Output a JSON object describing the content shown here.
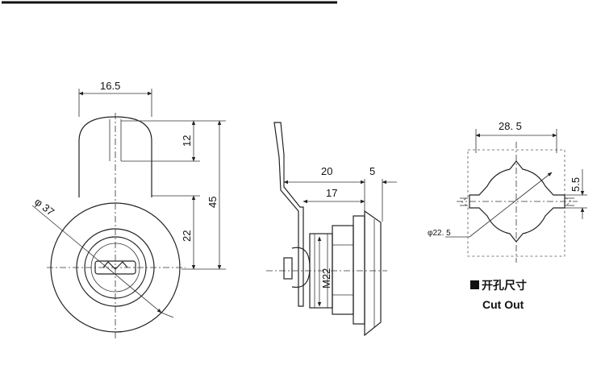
{
  "front_view": {
    "dim_width": "16.5",
    "dim_slot": "12",
    "dim_height": "45",
    "dim_lower": "22",
    "dim_diameter": "φ 37"
  },
  "side_view": {
    "dim_cam_length": "20",
    "dim_flange": "5",
    "dim_body": "17",
    "dim_thread": "M22"
  },
  "cutout_view": {
    "dim_width": "28. 5",
    "dim_key": "5.5",
    "dim_diameter": "φ22. 5"
  },
  "legend": {
    "title_cn": "开孔尺寸",
    "title_en": "Cut Out"
  }
}
